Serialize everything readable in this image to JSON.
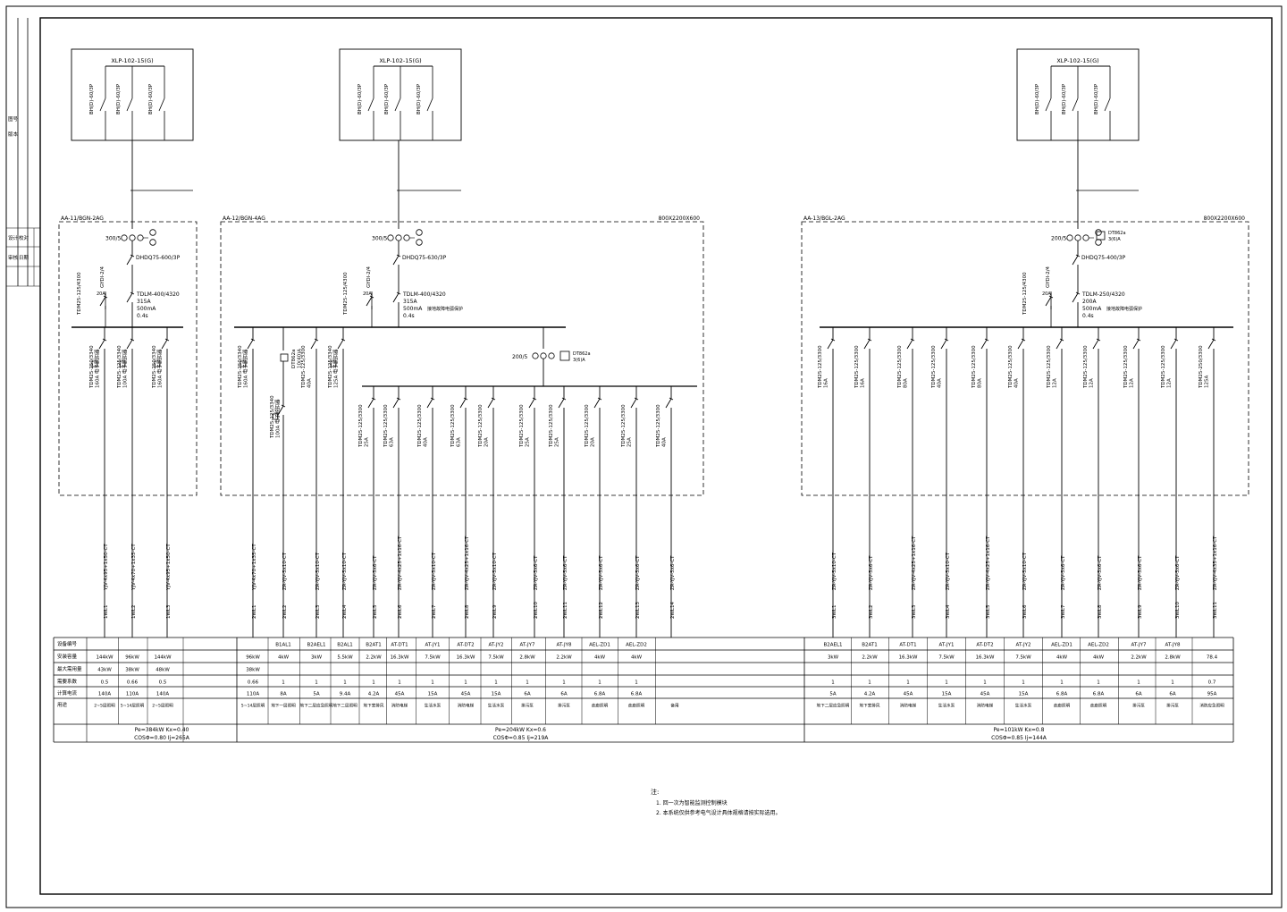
{
  "upper_panels": [
    {
      "title": "XLP-102-15(G)",
      "breakers": [
        "BH(D)-60/3P",
        "BH(D)-60/3P",
        "BH(D)-60/3P"
      ]
    },
    {
      "title": "XLP-102-15(G)",
      "breakers": [
        "BH(D)-60/3P",
        "BH(D)-60/3P",
        "BH(D)-60/3P"
      ]
    },
    {
      "title": "XLP-102-15(G)",
      "breakers": [
        "BH(D)-60/3P",
        "BH(D)-60/3P",
        "BH(D)-60/3P"
      ]
    }
  ],
  "cabinets": [
    {
      "name": "AA-11/BGN-2AG",
      "size": "",
      "ct": "300/5",
      "main_switch": "DHDQ75-600/3P",
      "spd": "GYDI-2/4",
      "main_breaker": "TDLM-400/4320",
      "main_breaker_detail": [
        "315A",
        "500mA",
        "0.4s"
      ],
      "main_breaker_note": "",
      "mcb": "TDM25-125/4300",
      "mcb_rating": "20A"
    },
    {
      "name": "AA-12/BGN-4AG",
      "size": "800X2200X600",
      "ct": "300/5",
      "main_switch": "DHDQ75-630/3P",
      "spd": "GYDI-2/4",
      "main_breaker": "TDLM-400/4320",
      "main_breaker_detail": [
        "315A",
        "500mA",
        "0.4s"
      ],
      "main_breaker_note": "接地故障电弧保护",
      "mcb": "TDM25-125/4300",
      "mcb_rating": "20A",
      "sub_ct": "200/5",
      "sub_meter": "DT862a",
      "sub_meter_rating": "3(6)A"
    },
    {
      "name": "AA-13/BGL-2AG",
      "size": "800X2200X600",
      "ct": "200/5",
      "main_switch": "DHDQ75-400/3P",
      "spd": "GYDI-2/4",
      "main_breaker": "TDLM-250/4320",
      "main_breaker_detail": [
        "200A",
        "500mA",
        "0.4s"
      ],
      "main_breaker_note": "接地故障电弧保护",
      "mcb": "TDM25-125/4300",
      "mcb_rating": "20A",
      "meter": "DT862a",
      "meter_rating": "3(6)A"
    }
  ],
  "feeder_breakers": {
    "c1": [
      "TDM25-250/3340\n160A 电子脱扣器",
      "TDM25-125/3340\n100A 电子脱扣器",
      "TDM25-250/3340\n160A 电子脱扣器"
    ],
    "c2_top": [
      "TDM25-250/3340\n160A 电子脱扣器",
      "DT862a\n10(40)A",
      "TDM25-125/3300\n40A",
      "TDM25-125/3340\n125A 电子脱扣器"
    ],
    "c2_sub": "TDM25-125/3340\n100A 电子脱扣器",
    "c2_bus": [
      "TDM25-125/3300\n25A",
      "TDM25-125/3300\n63A",
      "TDM25-125/3300\n40A",
      "TDM25-125/3300\n63A",
      "TDM25-125/3300\n20A",
      "TDM25-125/3300\n25A",
      "TDM25-125/3300\n25A",
      "TDM25-125/3300\n20A",
      "TDM25-125/3300\n25A",
      "TDM25-125/3300\n40A"
    ],
    "c3": [
      "TDM25-125/3300\n16A",
      "TDM25-125/3300\n16A",
      "TDM25-125/3300\n80A",
      "TDM25-125/3300\n40A",
      "TDM25-125/3300\n80A",
      "TDM25-125/3300\n40A",
      "TDM25-125/3300\n12A",
      "TDM25-125/3300\n12A",
      "TDM25-125/3300\n12A",
      "TDM25-125/3300\n12A",
      "TDM25-250/3300\n125A"
    ]
  },
  "cables": {
    "c1": [
      "YJV-4x95+1x50-CT",
      "YJV-4x70+1x35-CT",
      "YJV-4x95+1x50-CT"
    ],
    "c2": [
      "YJV-4x70+1x35-CT",
      "ZR-YJV-5x10-CT",
      "ZR-YJV-5x10-CT",
      "ZR-YJV-5x10-CT",
      "ZR-YJV-5x6-CT",
      "ZR-YJV-4x25+1x16-CT",
      "ZR-YJV-5x10-CT",
      "ZR-YJV-4x25+1x16-CT",
      "ZR-YJV-5x10-CT",
      "ZR-YJV-5x6-CT",
      "ZR-YJV-5x6-CT",
      "ZR-YJV-5x6-CT",
      "ZR-YJV-5x6-CT",
      "ZR-YJV-5x6-CT"
    ],
    "c3": [
      "ZR-YJV-5x10-CT",
      "ZR-YJV-5x6-CT",
      "ZR-YJV-4x25+1x16-CT",
      "ZR-YJV-5x10-CT",
      "ZR-YJV-4x25+1x16-CT",
      "ZR-YJV-5x10-CT",
      "ZR-YJV-5x6-CT",
      "ZR-YJV-5x6-CT",
      "ZR-YJV-5x6-CT",
      "ZR-YJV-5x6-CT",
      "ZR-YJV-4x35+1x16-CT"
    ]
  },
  "circuit_ids": {
    "c1": [
      "1WL1",
      "1WL2",
      "1WL3"
    ],
    "c2": [
      "2WL1",
      "2WL2",
      "2WL3",
      "2WL4",
      "2WL5",
      "2WL6",
      "2WL7",
      "2WL8",
      "2WL9",
      "2WL10",
      "2WL11",
      "2WL12",
      "2WL13",
      "2WL14"
    ],
    "c3": [
      "3WL1",
      "3WL2",
      "3WL3",
      "3WL4",
      "3WL5",
      "3WL6",
      "3WL7",
      "3WL8",
      "3WL9",
      "3WL10",
      "3WL11"
    ]
  },
  "table": {
    "row_labels": [
      "设备编号",
      "安装容量",
      "最大需用量",
      "需要系数",
      "计算电流",
      "用途"
    ],
    "c1": {
      "id": [
        "",
        "",
        ""
      ],
      "cap": [
        "144kW",
        "96kW",
        "144kW"
      ],
      "maxdemand": [
        "43kW",
        "38kW",
        "48kW"
      ],
      "kx": [
        "0.5",
        "0.66",
        "0.5"
      ],
      "ij": [
        "140A",
        "110A",
        "140A"
      ],
      "use": [
        "2~5层照明",
        "5~14层照明",
        "2~5层照明"
      ],
      "calc": [
        "Pe=384kW  Kx=0.40",
        "COSΦ=0.80  Ij=265A"
      ]
    },
    "c2": {
      "id": [
        "",
        "B1AL1",
        "B2AEL1",
        "B2AL1",
        "B2AT1",
        "AT-DT1",
        "AT-JY1",
        "AT-DT2",
        "AT-JY2",
        "AT-JY7",
        "AT-JY8",
        "AEL-ZD1",
        "AEL-ZD2",
        ""
      ],
      "cap": [
        "96kW",
        "4kW",
        "3kW",
        "5.5kW",
        "2.2kW",
        "16.3kW",
        "7.5kW",
        "16.3kW",
        "7.5kW",
        "2.8kW",
        "2.2kW",
        "4kW",
        "4kW",
        ""
      ],
      "maxdemand": [
        "38kW",
        "",
        "",
        "",
        "",
        "",
        "",
        "",
        "",
        "",
        "",
        "",
        "",
        ""
      ],
      "kx": [
        "0.66",
        "1",
        "1",
        "1",
        "1",
        "1",
        "1",
        "1",
        "1",
        "1",
        "1",
        "1",
        "1",
        ""
      ],
      "ij": [
        "110A",
        "8A",
        "5A",
        "9.4A",
        "4.2A",
        "45A",
        "15A",
        "45A",
        "15A",
        "6A",
        "6A",
        "6.8A",
        "6.8A",
        ""
      ],
      "use": [
        "5~14层照明",
        "地下一层照明",
        "地下二层应急照明",
        "地下二层照明",
        "地下室排风",
        "消防电梯",
        "生活水泵",
        "消防电梯",
        "生活水泵",
        "排污泵",
        "排污泵",
        "走廊照明",
        "走廊照明",
        "备用"
      ],
      "calc": [
        "Pe=204kW  Kx=0.6",
        "COSΦ=0.85  Ij=219A"
      ]
    },
    "c3": {
      "id": [
        "B2AEL1",
        "B2AT1",
        "AT-DT1",
        "AT-JY1",
        "AT-DT2",
        "AT-JY2",
        "AEL-ZD1",
        "AEL-ZD2",
        "AT-JY7",
        "AT-JY8",
        ""
      ],
      "cap": [
        "3kW",
        "2.2kW",
        "16.3kW",
        "7.5kW",
        "16.3kW",
        "7.5kW",
        "4kW",
        "4kW",
        "2.2kW",
        "2.8kW",
        "78.4"
      ],
      "maxdemand": [
        "",
        "",
        "",
        "",
        "",
        "",
        "",
        "",
        "",
        "",
        ""
      ],
      "kx": [
        "1",
        "1",
        "1",
        "1",
        "1",
        "1",
        "1",
        "1",
        "1",
        "1",
        "0.7"
      ],
      "ij": [
        "5A",
        "4.2A",
        "45A",
        "15A",
        "45A",
        "15A",
        "6.8A",
        "6.8A",
        "6A",
        "6A",
        "95A"
      ],
      "use": [
        "地下二层应急照明",
        "地下室排风",
        "消防电梯",
        "生活水泵",
        "消防电梯",
        "生活水泵",
        "走廊照明",
        "走廊照明",
        "排污泵",
        "排污泵",
        "消防应急照明"
      ],
      "calc": [
        "Pe=101kW  Kx=0.8",
        "COSΦ=0.85  Ij=144A"
      ]
    }
  },
  "notes": {
    "heading": "注:",
    "items": [
      "1. 回一次为智能监测控制模块",
      "2. 本系统仅供参考电气设计具体规格请按实际选用。"
    ]
  },
  "title_block": {
    "labels": [
      "图号",
      "版本",
      "设计",
      "校对",
      "审核",
      "日期"
    ]
  }
}
